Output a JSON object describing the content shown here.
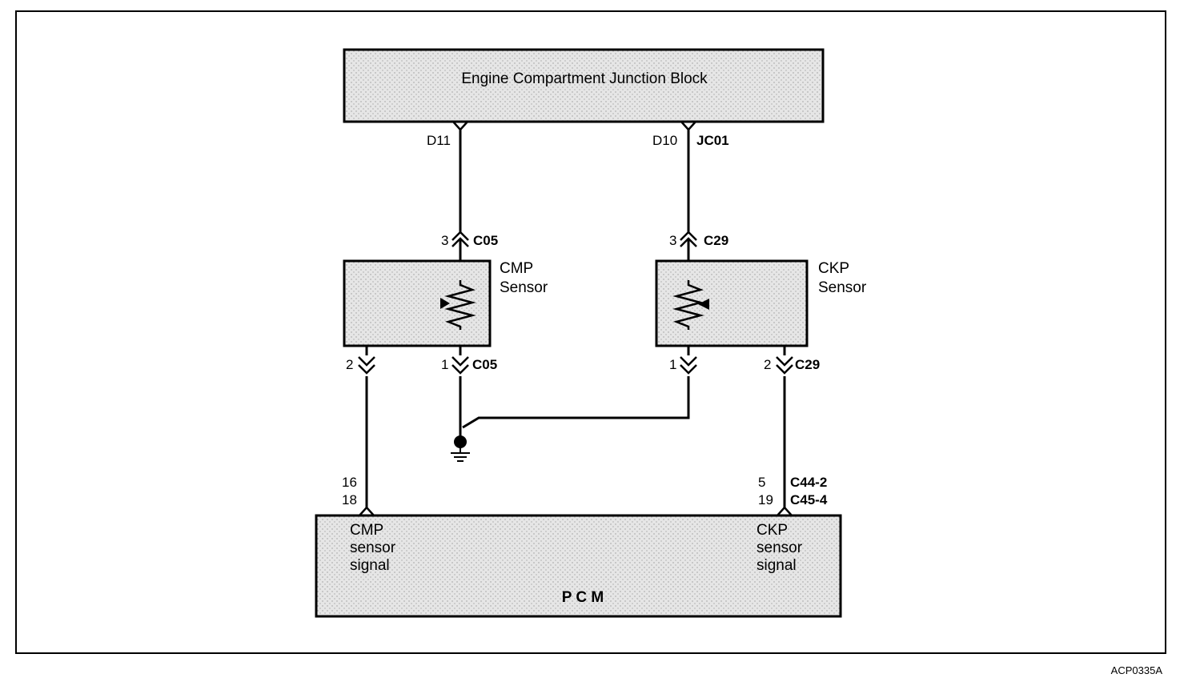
{
  "junction_block": {
    "title": "Engine Compartment Junction Block"
  },
  "pins_top": {
    "left": "D11",
    "right_pin": "D10",
    "right_conn": "JC01"
  },
  "cmp": {
    "label_line1": "CMP",
    "label_line2": "Sensor",
    "top_pin": "3",
    "top_conn": "C05",
    "left_pin": "2",
    "right_pin": "1",
    "bottom_conn": "C05"
  },
  "ckp": {
    "label_line1": "CKP",
    "label_line2": "Sensor",
    "top_pin": "3",
    "top_conn": "C29",
    "left_pin": "1",
    "right_pin": "2",
    "bottom_conn": "C29"
  },
  "pcm": {
    "title": "P C M",
    "left_pins": [
      "16",
      "18"
    ],
    "right_pins": [
      "5",
      "19"
    ],
    "right_conns": [
      "C44-2",
      "C45-4"
    ],
    "left_signal": [
      "CMP",
      "sensor",
      "signal"
    ],
    "right_signal": [
      "CKP",
      "sensor",
      "signal"
    ]
  },
  "figure_id": "ACP0335A"
}
